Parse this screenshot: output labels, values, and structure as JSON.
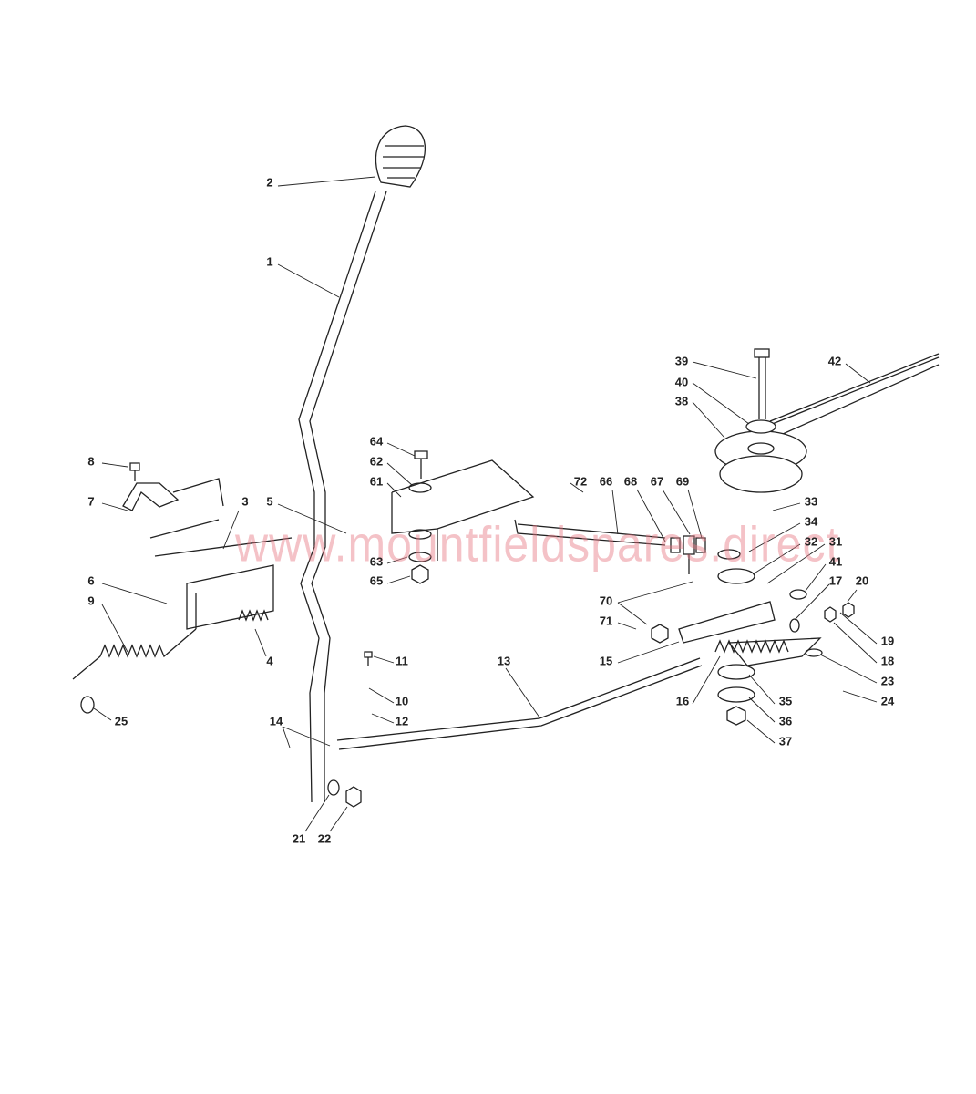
{
  "watermark": "www.mountfieldspares.direct",
  "labels": [
    "2",
    "1",
    "39",
    "42",
    "40",
    "38",
    "64",
    "62",
    "8",
    "61",
    "72",
    "66",
    "68",
    "67",
    "69",
    "7",
    "3",
    "5",
    "33",
    "34",
    "31",
    "32",
    "63",
    "41",
    "6",
    "65",
    "17",
    "20",
    "70",
    "9",
    "71",
    "19",
    "15",
    "13",
    "4",
    "11",
    "18",
    "23",
    "10",
    "16",
    "35",
    "24",
    "25",
    "12",
    "36",
    "14",
    "37",
    "21",
    "22"
  ]
}
